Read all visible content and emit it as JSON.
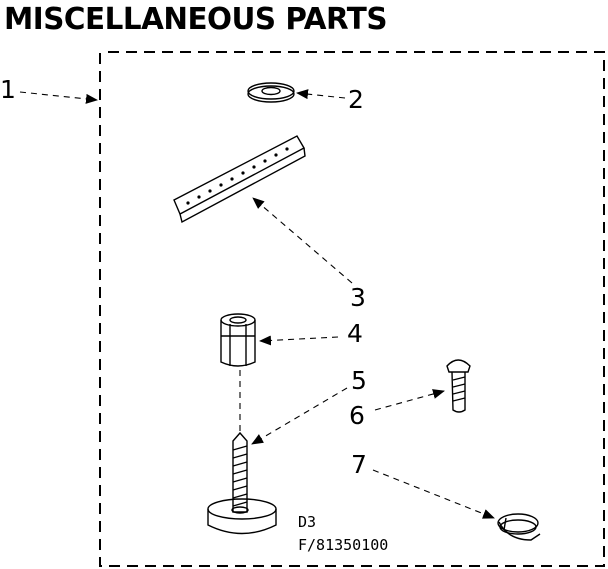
{
  "title": "MISCELLANEOUS PARTS",
  "callouts": {
    "c1": "1",
    "c2": "2",
    "c3": "3",
    "c4": "4",
    "c5": "5",
    "c6": "6",
    "c7": "7"
  },
  "codes": {
    "d": "D3",
    "f": "F/81350100"
  }
}
